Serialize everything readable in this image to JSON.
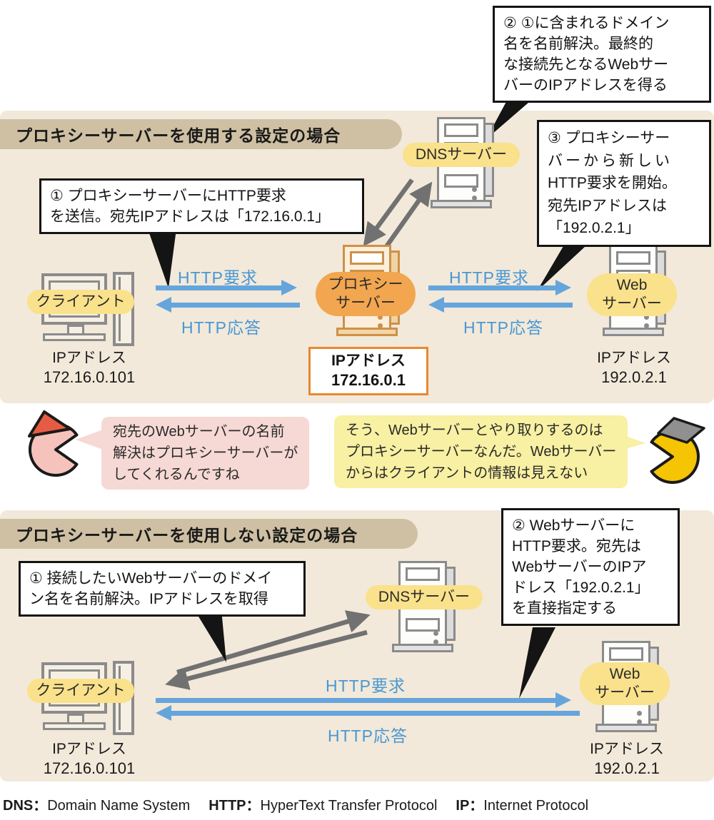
{
  "colors": {
    "panel_bg": "#f2e9da",
    "header_bg": "#cfc0a3",
    "yellow_pill": "#fae18b",
    "orange_pill": "#f2a64f",
    "blue_arrow": "#66a5dc",
    "blue_text": "#4a97d3",
    "gray_arrow": "#717171",
    "pink_bubble": "#f6d9d4",
    "yellow_bubble": "#f8f0a2",
    "orange_border": "#e8882f"
  },
  "top_callout": {
    "lines": [
      "② ①に含まれるドメイン",
      "名を名前解決。最終的",
      "な接続先となるWebサー",
      "バーのIPアドレスを得る"
    ]
  },
  "section1": {
    "title": "プロキシーサーバーを使用する設定の場合",
    "callout_step1": {
      "lines": [
        "① プロキシーサーバーにHTTP要求",
        "を送信。宛先IPアドレスは「172.16.0.1」"
      ]
    },
    "callout_step3": {
      "lines": [
        "③ プロキシーサー",
        "バーから新しい",
        "HTTP要求を開始。",
        "宛先IPアドレスは",
        "「192.0.2.1」"
      ]
    },
    "dns_label": "DNSサーバー",
    "client": {
      "label": "クライアント",
      "ip_caption": "IPアドレス",
      "ip": "172.16.0.101"
    },
    "proxy": {
      "label": "プロキシー\nサーバー",
      "ip_caption": "IPアドレス",
      "ip": "172.16.0.1"
    },
    "web": {
      "label": "Web\nサーバー",
      "ip_caption": "IPアドレス",
      "ip": "192.0.2.1"
    },
    "left_arrows": {
      "request": "HTTP要求",
      "response": "HTTP応答"
    },
    "right_arrows": {
      "request": "HTTP要求",
      "response": "HTTP応答"
    }
  },
  "conversation": {
    "student": {
      "lines": [
        "宛先のWebサーバーの名前",
        "解決はプロキシーサーバーが",
        "してくれるんですね"
      ]
    },
    "teacher": {
      "lines": [
        "そう、Webサーバーとやり取りするのは",
        "プロキシーサーバーなんだ。Webサーバー",
        "からはクライアントの情報は見えない"
      ]
    }
  },
  "section2": {
    "title": "プロキシーサーバーを使用しない設定の場合",
    "callout_step1": {
      "lines": [
        "① 接続したいWebサーバーのドメイ",
        "ン名を名前解決。IPアドレスを取得"
      ]
    },
    "callout_step2": {
      "lines": [
        "② Webサーバーに",
        "HTTP要求。宛先は",
        "WebサーバーのIPア",
        "ドレス「192.0.2.1」",
        "を直接指定する"
      ]
    },
    "dns_label": "DNSサーバー",
    "client": {
      "label": "クライアント",
      "ip_caption": "IPアドレス",
      "ip": "172.16.0.101"
    },
    "web": {
      "label": "Web\nサーバー",
      "ip_caption": "IPアドレス",
      "ip": "192.0.2.1"
    },
    "arrows": {
      "request": "HTTP要求",
      "response": "HTTP応答"
    }
  },
  "footer": {
    "items": [
      {
        "term": "DNS",
        "sep": "：",
        "definition": "Domain Name System"
      },
      {
        "term": "HTTP",
        "sep": "：",
        "definition": "HyperText Transfer Protocol"
      },
      {
        "term": "IP",
        "sep": "：",
        "definition": "Internet Protocol"
      }
    ]
  }
}
